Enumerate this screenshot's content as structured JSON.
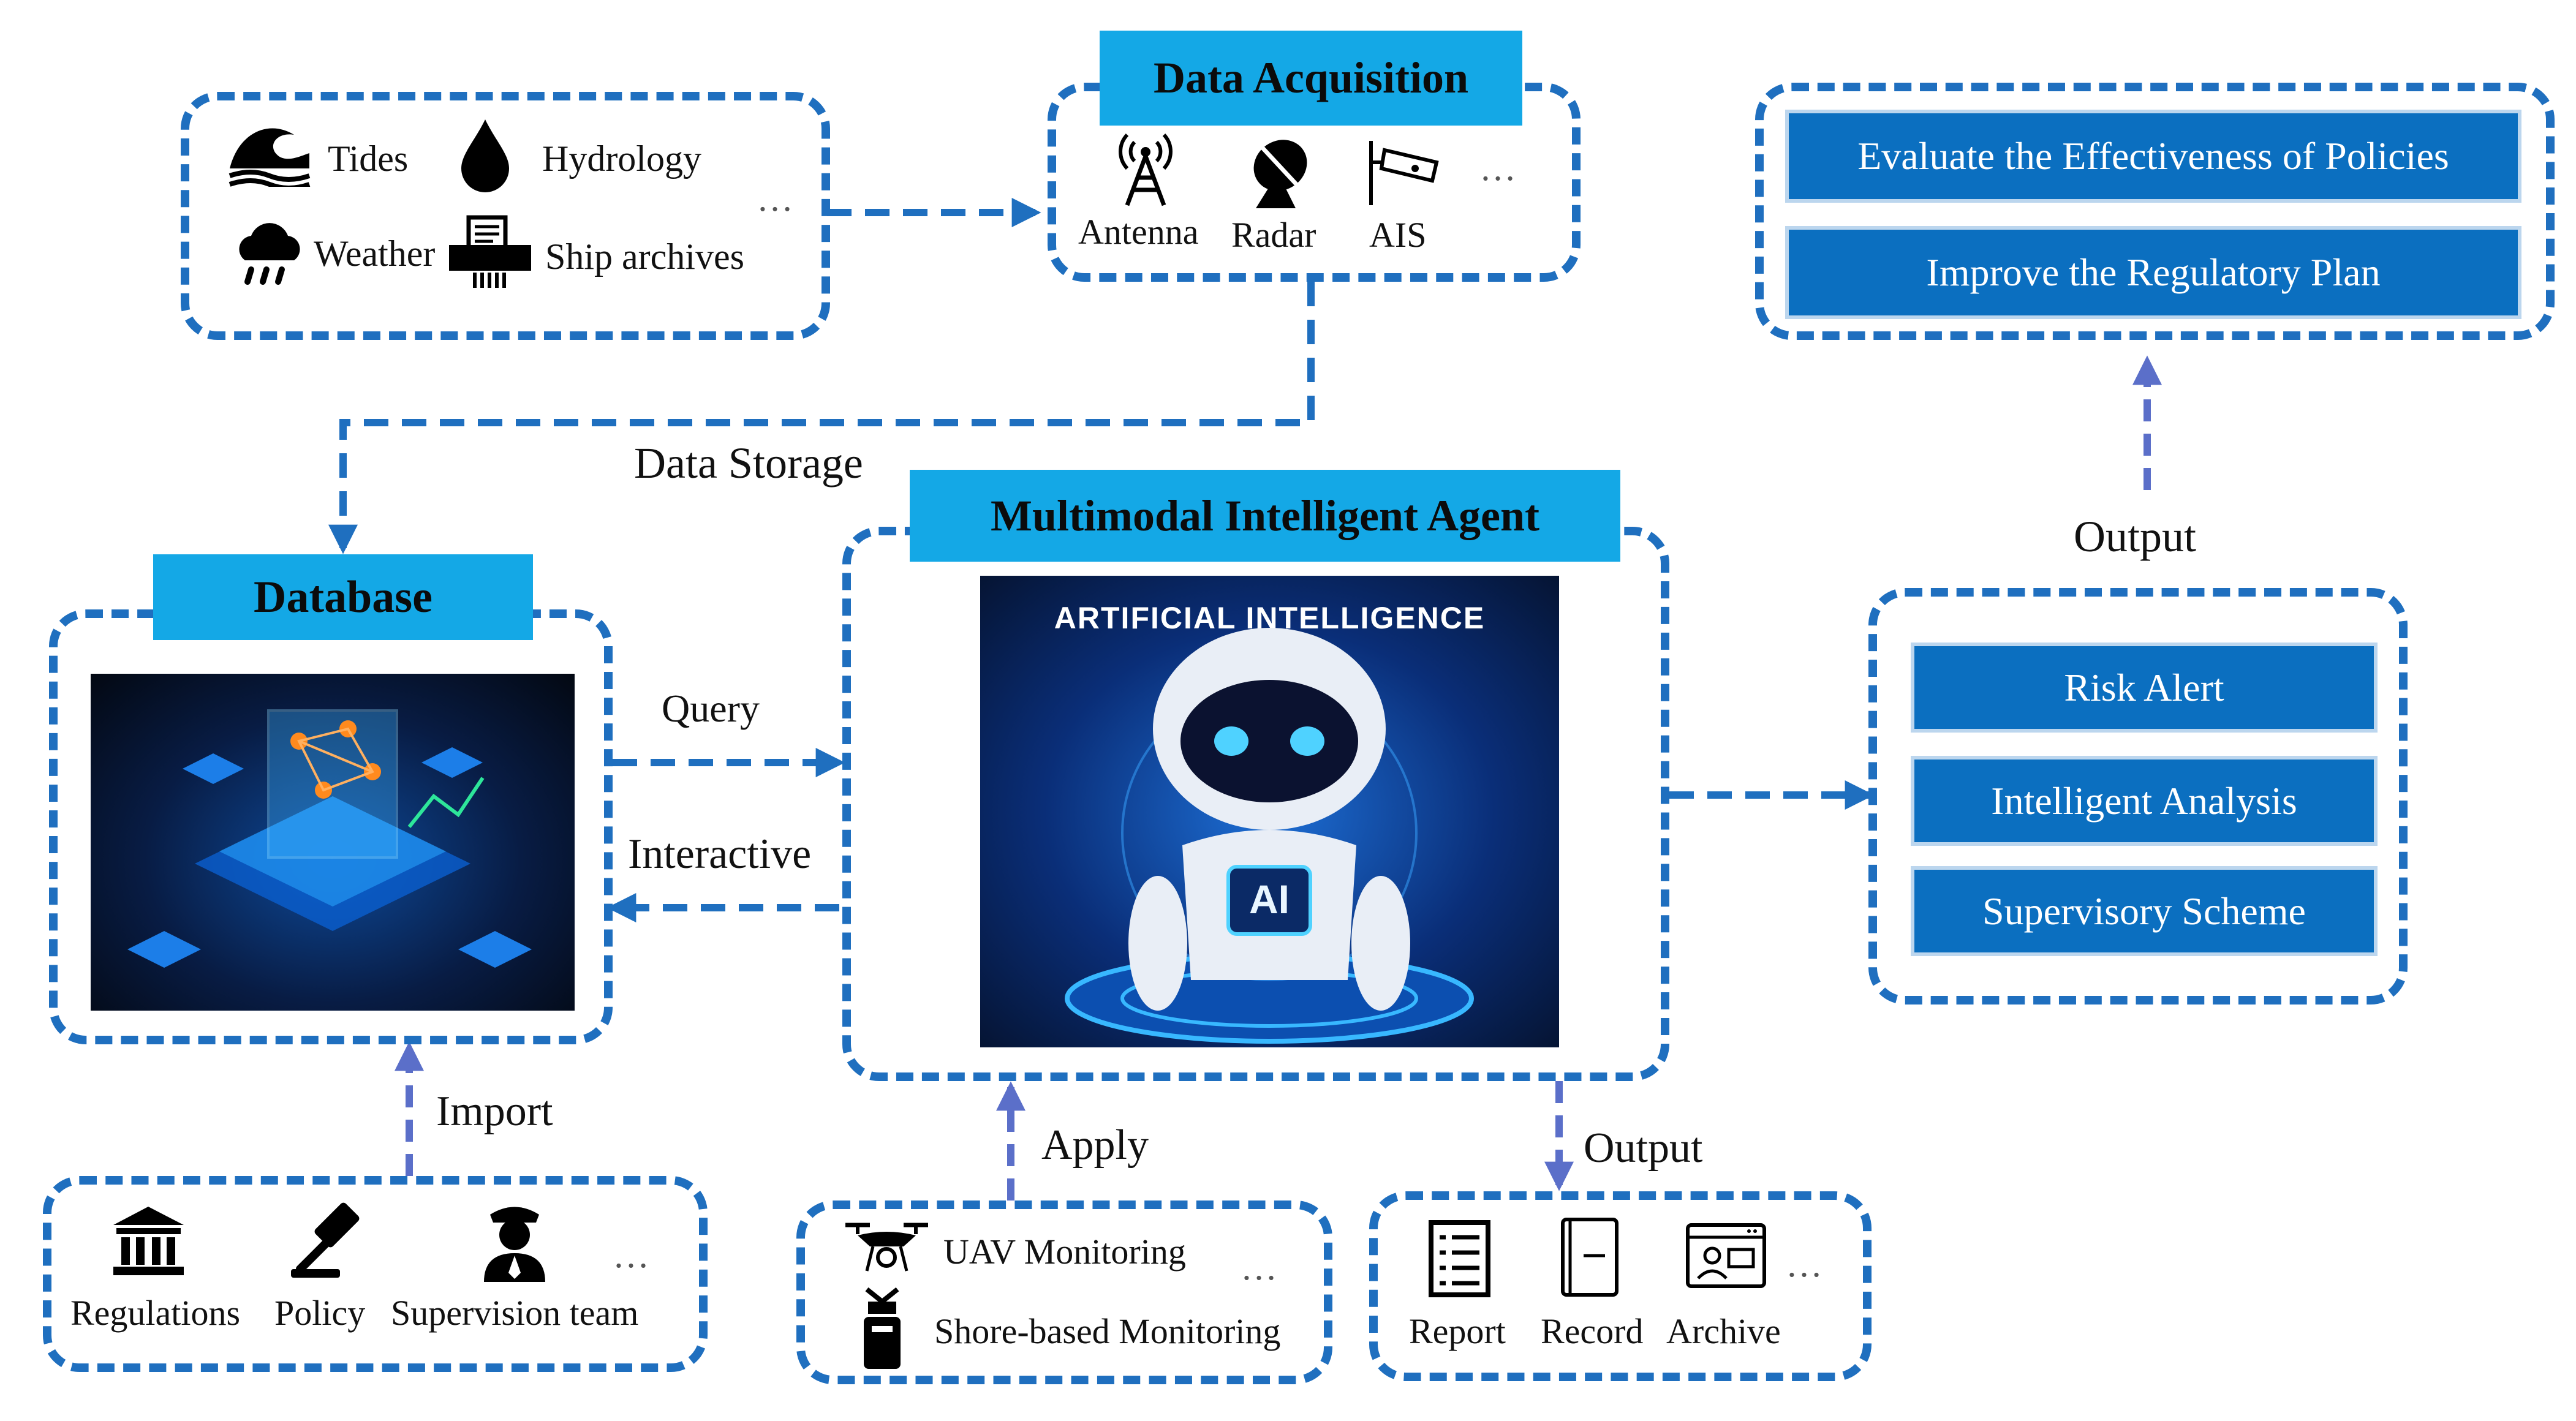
{
  "colors": {
    "dash": "#1f6fbf",
    "tag_bg": "#14a8e6",
    "btn_bg": "#0b6fc0",
    "arrow": "#5b6fc9"
  },
  "sources": {
    "tides": "Tides",
    "hydrology": "Hydrology",
    "weather": "Weather",
    "ship_archives": "Ship archives",
    "more": "…"
  },
  "acquisition": {
    "title": "Data Acquisition",
    "antenna": "Antenna",
    "radar": "Radar",
    "ais": "AIS",
    "more": "…"
  },
  "outcomes": {
    "evaluate": "Evaluate the Effectiveness of Policies",
    "improve": "Improve the Regulatory Plan"
  },
  "flow": {
    "data_storage": "Data Storage",
    "query": "Query",
    "interactive": "Interactive",
    "import": "Import",
    "apply": "Apply",
    "output_top": "Output",
    "output_bottom": "Output"
  },
  "database": {
    "title": "Database"
  },
  "agent": {
    "title": "Multimodal Intelligent Agent",
    "banner": "ARTIFICIAL INTELLIGENCE",
    "chip": "AI"
  },
  "results": {
    "risk": "Risk Alert",
    "analysis": "Intelligent Analysis",
    "scheme": "Supervisory Scheme"
  },
  "inputs": {
    "regulations": "Regulations",
    "policy": "Policy",
    "team": "Supervision team",
    "more": "…"
  },
  "monitoring": {
    "uav": "UAV Monitoring",
    "shore": "Shore-based Monitoring",
    "more": "…"
  },
  "outputs": {
    "report": "Report",
    "record": "Record",
    "archive": "Archive",
    "more": "…"
  }
}
